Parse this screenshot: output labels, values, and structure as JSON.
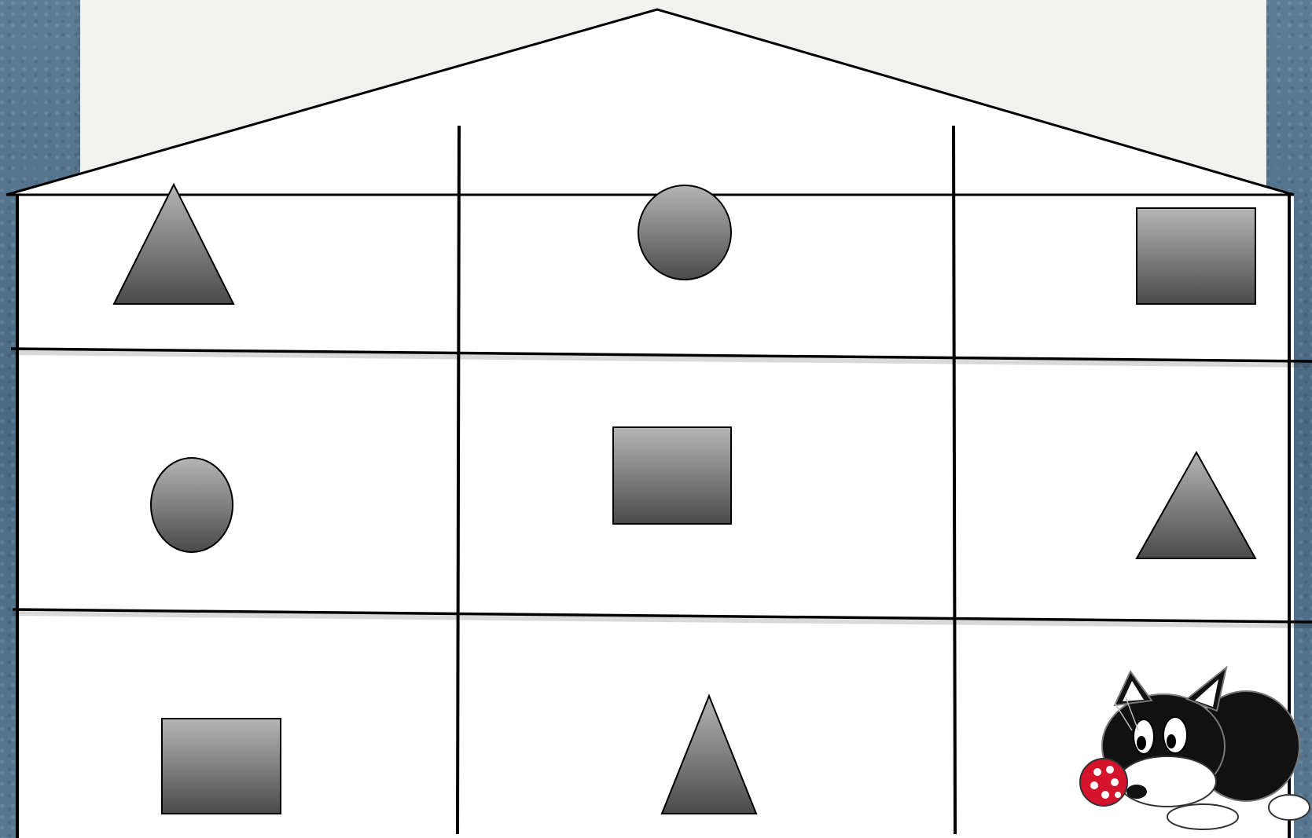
{
  "scene": {
    "background_color": "#4f6f88",
    "paper_color": "#f1f1ef",
    "house_fill": "#ffffff",
    "line_color": "#000000",
    "shape_gradient": [
      "#b5b5b5",
      "#4a4a4a"
    ]
  },
  "grid": {
    "rows": 3,
    "columns": 3,
    "cells": [
      [
        "triangle",
        "circle",
        "square"
      ],
      [
        "circle",
        "square",
        "triangle"
      ],
      [
        "square",
        "triangle",
        "cat-illustration"
      ]
    ]
  },
  "illustration": {
    "name": "cartoon-kitten-with-ladybug",
    "colors": [
      "#111111",
      "#ffffff",
      "#d4142a"
    ]
  }
}
